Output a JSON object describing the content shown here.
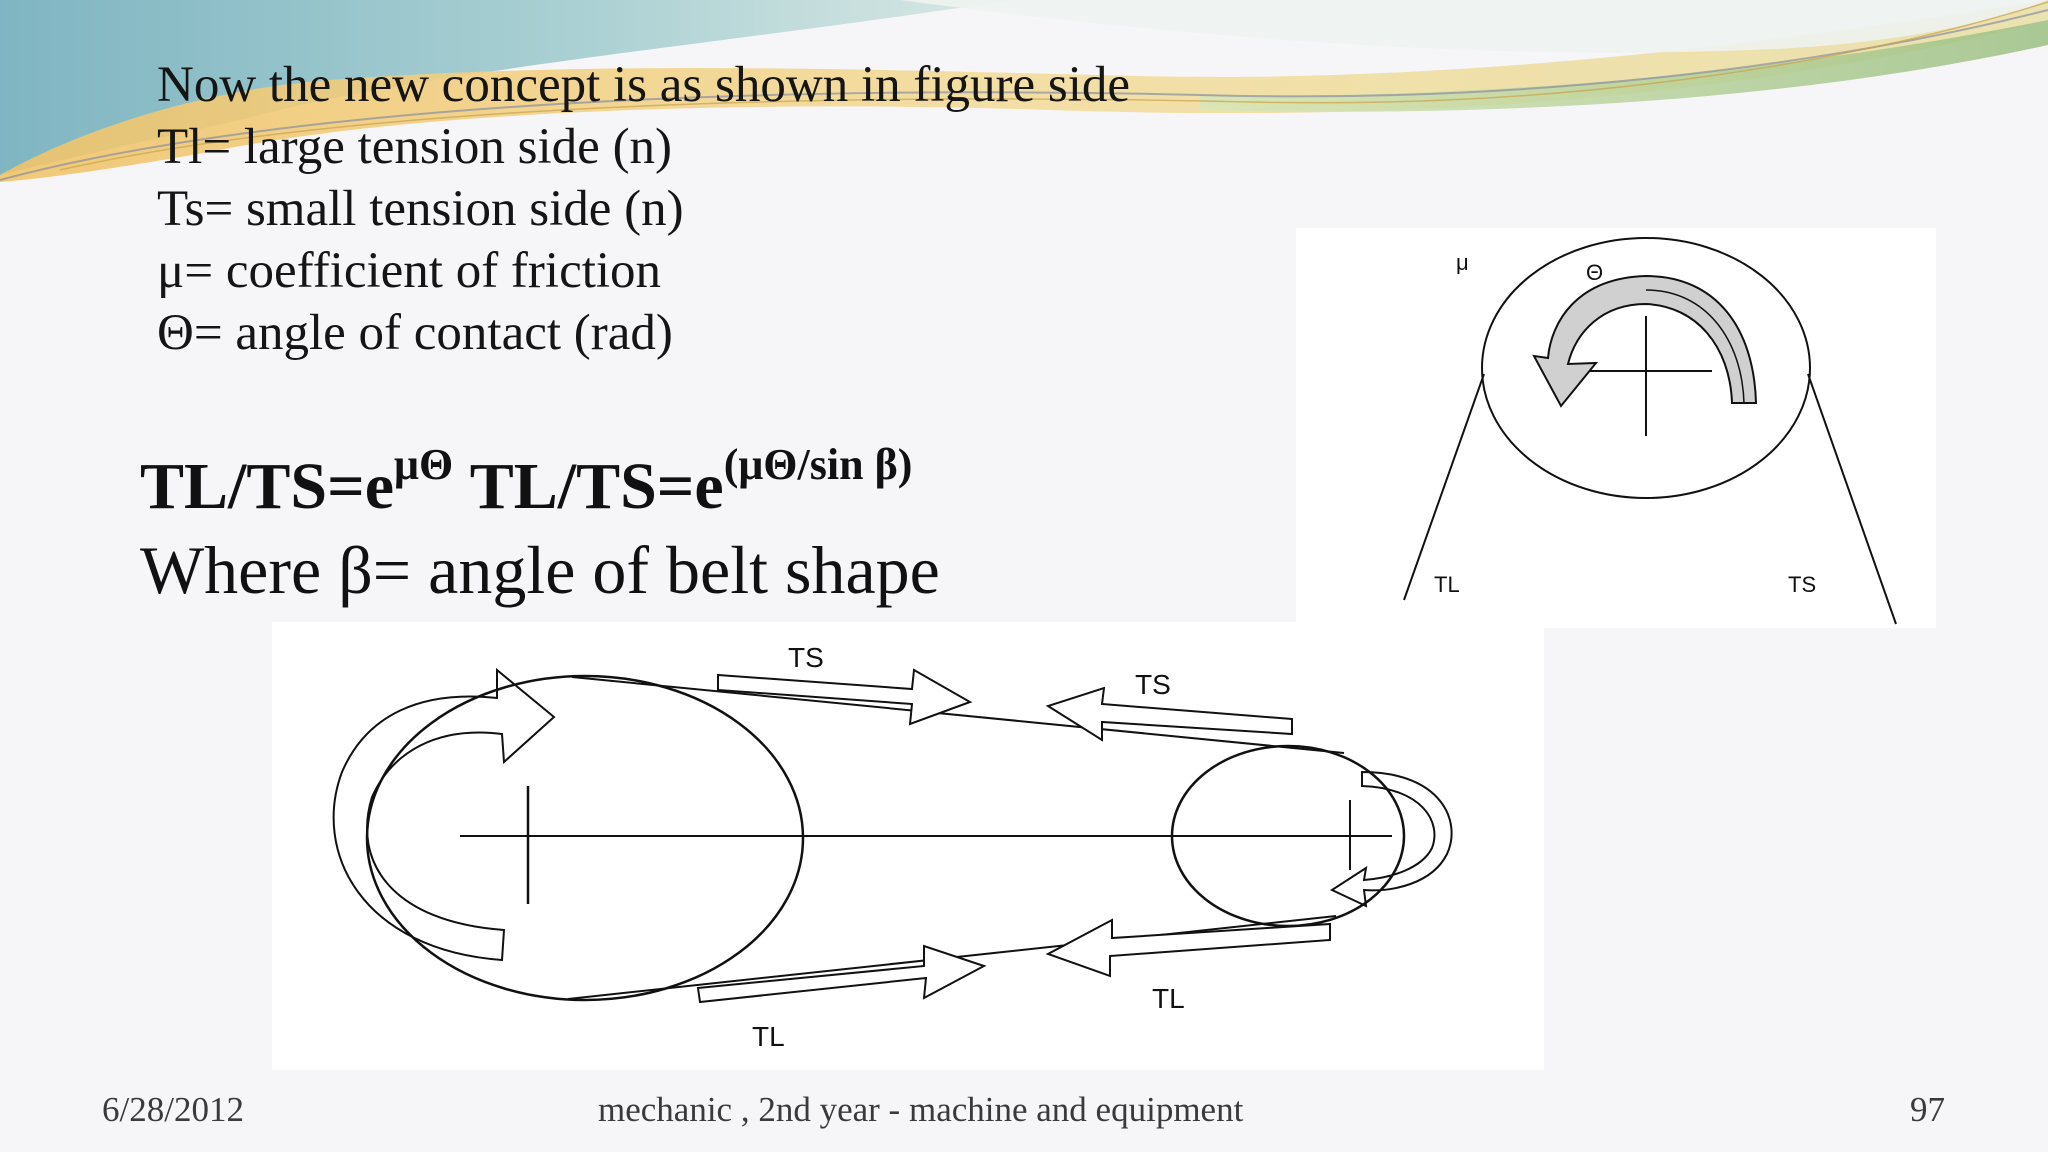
{
  "slide": {
    "definition_lines": [
      "Now  the new concept is as shown in figure side",
      "Tl= large tension side (n)",
      "Ts= small tension side (n)",
      "μ= coefficient of friction",
      "Θ= angle of contact (rad)"
    ],
    "formula": {
      "part1_base": "TL/TS=e",
      "part1_exp": "μΘ",
      "part2_base": "TL/TS=e",
      "part2_exp": "(μΘ/sin β)"
    },
    "where_line": "Where β= angle of belt shape"
  },
  "figure_single_pulley": {
    "mu_label": "μ",
    "theta_label": "Θ",
    "tl_label": "TL",
    "ts_label": "TS"
  },
  "figure_belt_drive": {
    "ts_top_left": "TS",
    "ts_top_right": "TS",
    "tl_bottom_left": "TL",
    "tl_bottom_right": "TL"
  },
  "footer": {
    "date": "6/28/2012",
    "course": "mechanic , 2nd year - machine and equipment",
    "page_number": "97"
  },
  "colors": {
    "swoosh_teal": "#8fc1c4",
    "swoosh_gold": "#e8c87a",
    "swoosh_green": "#b7cf88",
    "background": "#f6f5f8"
  }
}
